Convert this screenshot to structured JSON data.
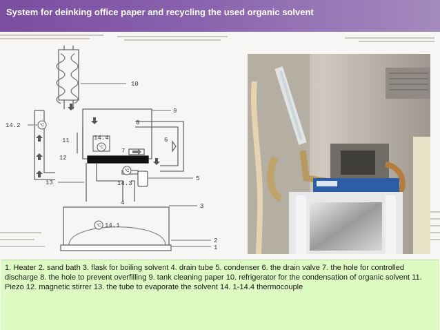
{
  "slide": {
    "title": "System for deinking office paper and recycling the used organic solvent",
    "caption": "1. Heater 2. sand bath 3.  flask for boiling solvent 4. drain tube 5. condenser 6. the drain valve 7. the hole for controlled discharge 8. the hole to prevent overfilling 9. tank cleaning paper 10. refrigerator for the condensation of organic solvent 11. Piezo 12. magnetic stirrer 13. the tube to evaporate the solvent 14. 1-14.4 thermocouple"
  },
  "diagram": {
    "labels": {
      "l10": "10",
      "l9": "9",
      "l8": "8",
      "l6": "6",
      "l7": "7",
      "l11": "11",
      "l12": "12",
      "l13": "13",
      "l5": "5",
      "l4": "4",
      "l3": "3",
      "l2": "2",
      "l1": "1",
      "l14_2": "14.2",
      "l14_4": "14.4",
      "l14_3": "14.3",
      "l14_1": "14.1"
    },
    "thermocouple_symbol": "°C"
  },
  "colors": {
    "title_bar": "#7a4ea0",
    "caption_bg": "#ddfac2",
    "line_art": "#666666"
  },
  "icons": {
    "down_arrow": "down-arrow-icon",
    "up_arrow": "up-arrow-icon",
    "right_arrow": "right-arrow-icon"
  }
}
